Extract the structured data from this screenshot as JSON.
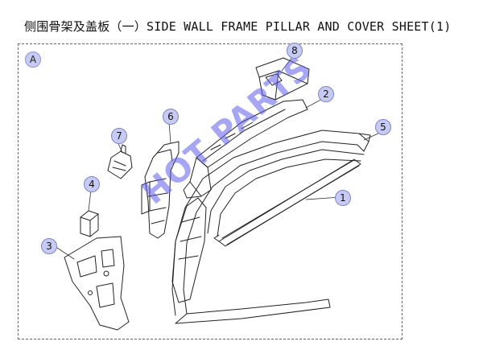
{
  "title": "侧围骨架及盖板（一）SIDE WALL FRAME PILLAR AND COVER SHEET(1)",
  "section_label": "A",
  "watermark": "HOT PARTS",
  "callouts": [
    "1",
    "2",
    "3",
    "4",
    "5",
    "6",
    "7",
    "8"
  ],
  "colors": {
    "line": "#222222",
    "callout_fill": "#c7cbf2",
    "watermark": "#5c5ceb"
  }
}
